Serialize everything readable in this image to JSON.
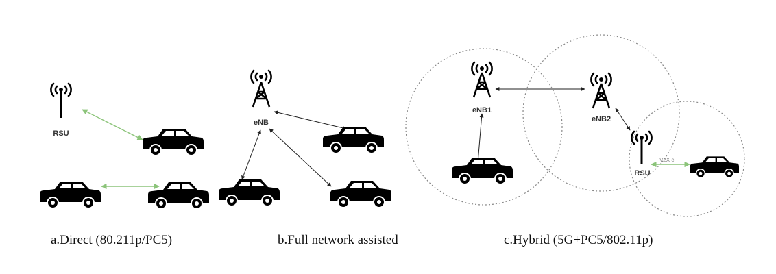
{
  "panels": {
    "direct": {
      "caption": "a.Direct (80.211p/PC5)",
      "rsu_label": "RSU"
    },
    "full_network": {
      "caption": "b.Full network assisted",
      "enb_label": "eNB"
    },
    "hybrid": {
      "caption": "c.Hybrid (5G+PC5/802.11p)",
      "enb1_label": "eNB1",
      "enb2_label": "eNB2",
      "rsu_label": "RSU",
      "link_label": "V2X c"
    }
  },
  "colors": {
    "cellular_link": "#222222",
    "direct_link": "#8cc47a",
    "coverage": "#888888",
    "vehicle": "#000000"
  }
}
